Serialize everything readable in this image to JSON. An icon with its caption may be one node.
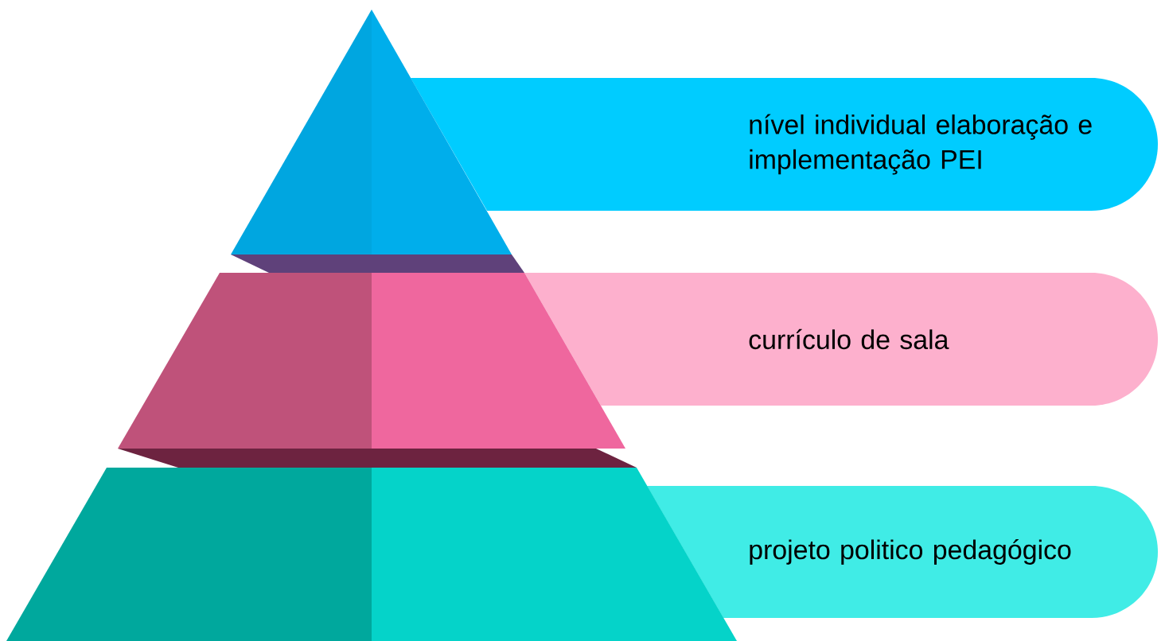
{
  "diagram": {
    "nodes": [
      {
        "text": [
          "nível individual elaboração e implementação PEI"
        ]
      },
      {
        "text": [
          "currículo de sala"
        ]
      },
      {
        "text": [
          "projeto politico  pedagógico"
        ]
      }
    ]
  }
}
